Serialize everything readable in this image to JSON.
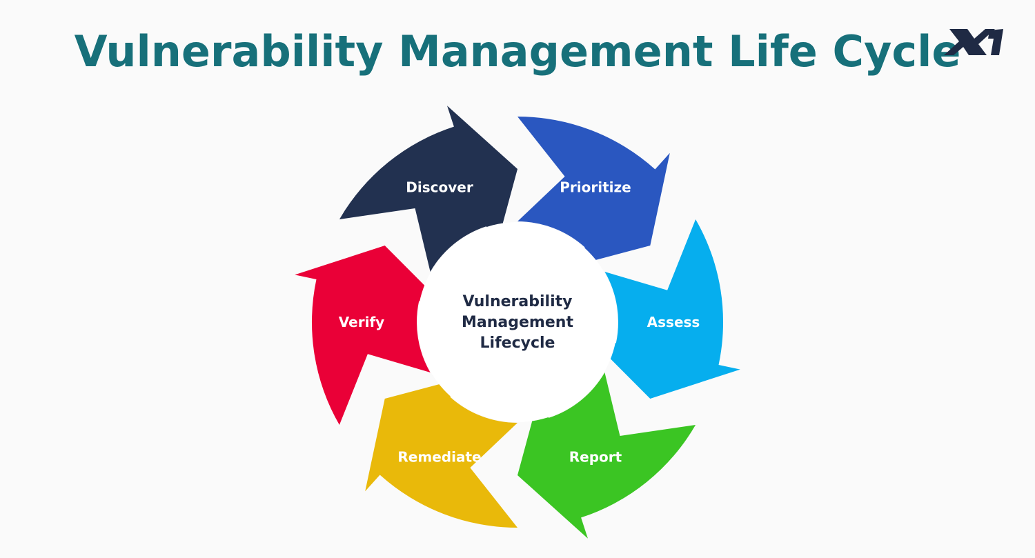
{
  "title": "Vulnerability Management Life Cycle",
  "logo": {
    "text": "X1",
    "color": "#1f2a44"
  },
  "center": {
    "line1": "Vulnerability",
    "line2": "Management",
    "line3": "Lifecycle"
  },
  "stages": [
    {
      "label": "Discover",
      "color": "#223150"
    },
    {
      "label": "Prioritize",
      "color": "#2a57c0"
    },
    {
      "label": "Assess",
      "color": "#06aeee"
    },
    {
      "label": "Report",
      "color": "#3bc523"
    },
    {
      "label": "Remediate",
      "color": "#e9b90a"
    },
    {
      "label": "Verify",
      "color": "#ea0037"
    }
  ]
}
